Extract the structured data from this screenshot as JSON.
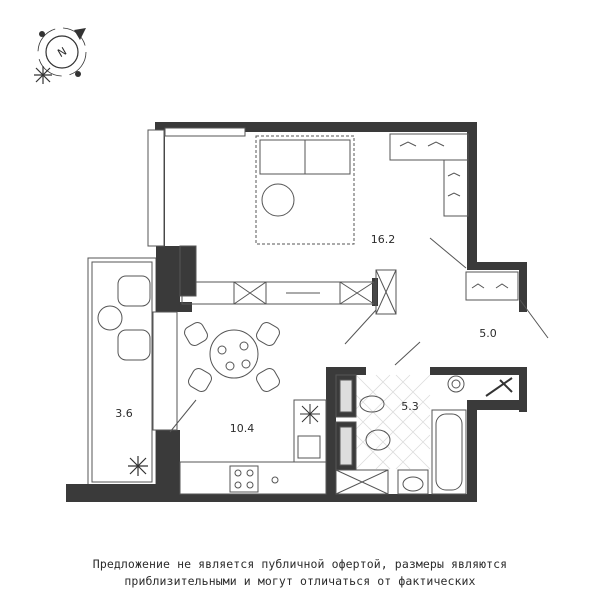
{
  "compass": {
    "letter": "N"
  },
  "rooms": [
    {
      "id": "room",
      "area": "16.2"
    },
    {
      "id": "hall",
      "area": "5.0"
    },
    {
      "id": "bathroom",
      "area": "5.3"
    },
    {
      "id": "kitchen",
      "area": "10.4"
    },
    {
      "id": "balcony",
      "area": "3.6"
    }
  ],
  "disclaimer": {
    "line1": "Предложение не является публичной офертой, размеры являются",
    "line2": "приблизительными и могут отличаться от фактических"
  },
  "colors": {
    "wall": "#3a3a3a",
    "line": "#555555",
    "text": "#2b2b2b"
  }
}
